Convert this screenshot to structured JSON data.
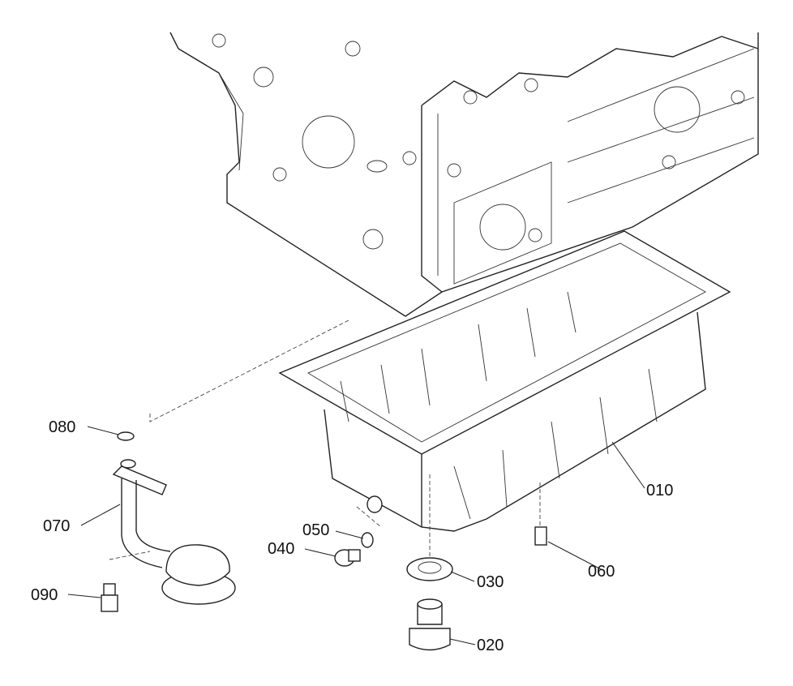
{
  "diagram": {
    "title": "Oil pan exploded parts diagram",
    "callouts": [
      {
        "id": "010",
        "part": "oil-pan"
      },
      {
        "id": "020",
        "part": "drain-plug"
      },
      {
        "id": "030",
        "part": "gasket"
      },
      {
        "id": "040",
        "part": "plug"
      },
      {
        "id": "050",
        "part": "washer"
      },
      {
        "id": "060",
        "part": "bolt"
      },
      {
        "id": "070",
        "part": "oil-strainer-pipe"
      },
      {
        "id": "080",
        "part": "o-ring"
      },
      {
        "id": "090",
        "part": "bolt"
      }
    ]
  }
}
